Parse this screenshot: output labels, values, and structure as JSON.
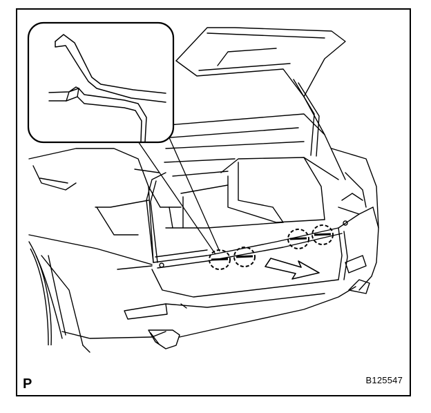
{
  "figure": {
    "corner_label": "P",
    "reference_code": "B125547",
    "line_color": "#000000",
    "background": "#ffffff"
  },
  "icons": [
    "magnifier-inset",
    "removal-direction-arrow",
    "clip-location-circle"
  ],
  "clip_count": 4
}
